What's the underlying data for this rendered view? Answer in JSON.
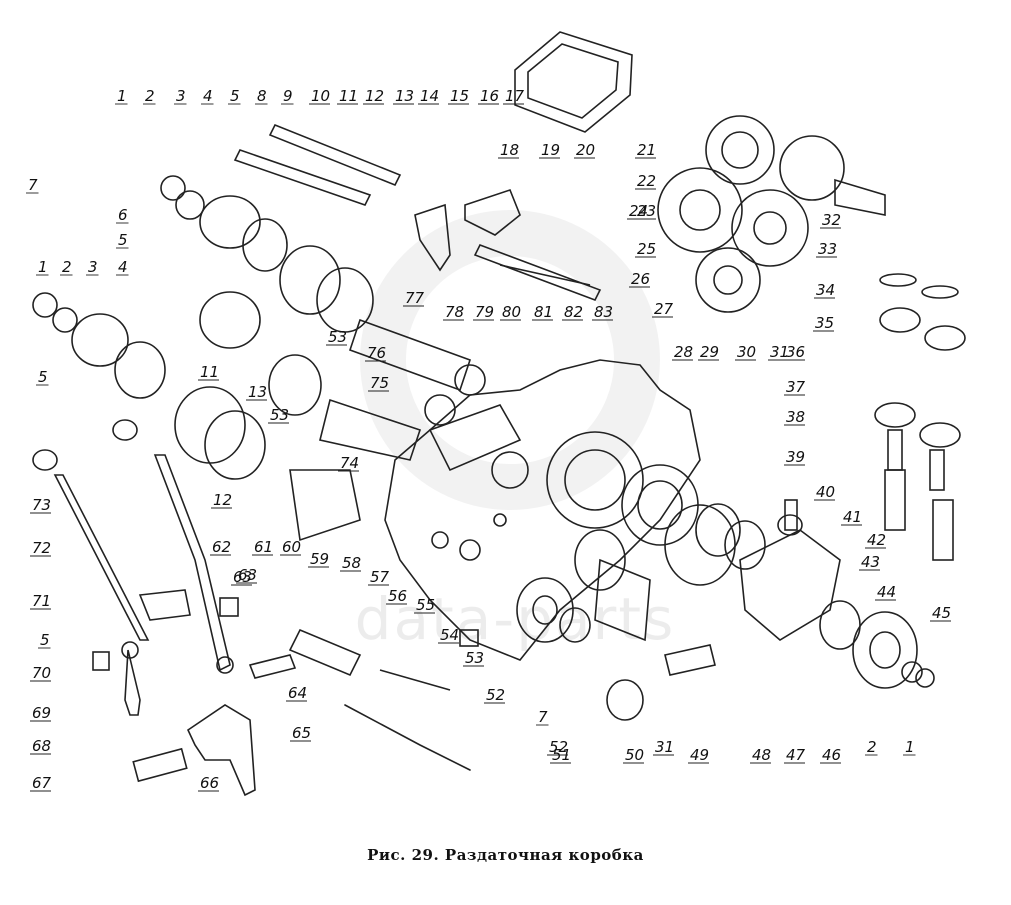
{
  "caption": "Рис. 29. Раздаточная коробка",
  "watermark": "data-parts",
  "callouts": [
    {
      "n": "1"
    },
    {
      "n": "2"
    },
    {
      "n": "3"
    },
    {
      "n": "4"
    },
    {
      "n": "5"
    },
    {
      "n": "8"
    },
    {
      "n": "9"
    },
    {
      "n": "10"
    },
    {
      "n": "11"
    },
    {
      "n": "12"
    },
    {
      "n": "13"
    },
    {
      "n": "14"
    },
    {
      "n": "15"
    },
    {
      "n": "16"
    },
    {
      "n": "17"
    },
    {
      "n": "18"
    },
    {
      "n": "19"
    },
    {
      "n": "20"
    },
    {
      "n": "21"
    },
    {
      "n": "22"
    },
    {
      "n": "23"
    },
    {
      "n": "24"
    },
    {
      "n": "25"
    },
    {
      "n": "26"
    },
    {
      "n": "27"
    },
    {
      "n": "28"
    },
    {
      "n": "29"
    },
    {
      "n": "30"
    },
    {
      "n": "31"
    },
    {
      "n": "32"
    },
    {
      "n": "33"
    },
    {
      "n": "34"
    },
    {
      "n": "35"
    },
    {
      "n": "36"
    },
    {
      "n": "37"
    },
    {
      "n": "38"
    },
    {
      "n": "39"
    },
    {
      "n": "40"
    },
    {
      "n": "41"
    },
    {
      "n": "42"
    },
    {
      "n": "43"
    },
    {
      "n": "44"
    },
    {
      "n": "45"
    },
    {
      "n": "46"
    },
    {
      "n": "47"
    },
    {
      "n": "48"
    },
    {
      "n": "49"
    },
    {
      "n": "50"
    },
    {
      "n": "51"
    },
    {
      "n": "52"
    },
    {
      "n": "53"
    },
    {
      "n": "54"
    },
    {
      "n": "55"
    },
    {
      "n": "56"
    },
    {
      "n": "57"
    },
    {
      "n": "58"
    },
    {
      "n": "59"
    },
    {
      "n": "60"
    },
    {
      "n": "61"
    },
    {
      "n": "62"
    },
    {
      "n": "63"
    },
    {
      "n": "64"
    },
    {
      "n": "65"
    },
    {
      "n": "66"
    },
    {
      "n": "67"
    },
    {
      "n": "68"
    },
    {
      "n": "69"
    },
    {
      "n": "70"
    },
    {
      "n": "71"
    },
    {
      "n": "72"
    },
    {
      "n": "73"
    },
    {
      "n": "74"
    },
    {
      "n": "75"
    },
    {
      "n": "76"
    },
    {
      "n": "77"
    },
    {
      "n": "78"
    },
    {
      "n": "79"
    },
    {
      "n": "80"
    },
    {
      "n": "81"
    },
    {
      "n": "82"
    },
    {
      "n": "83"
    },
    {
      "n": "2"
    },
    {
      "n": "1"
    },
    {
      "n": "7"
    },
    {
      "n": "52"
    },
    {
      "n": "31"
    },
    {
      "n": "7"
    },
    {
      "n": "6"
    },
    {
      "n": "5"
    },
    {
      "n": "1"
    },
    {
      "n": "2"
    },
    {
      "n": "3"
    },
    {
      "n": "4"
    },
    {
      "n": "5"
    },
    {
      "n": "11"
    },
    {
      "n": "13"
    },
    {
      "n": "53"
    },
    {
      "n": "12"
    },
    {
      "n": "5"
    },
    {
      "n": "63"
    },
    {
      "n": "53"
    }
  ]
}
